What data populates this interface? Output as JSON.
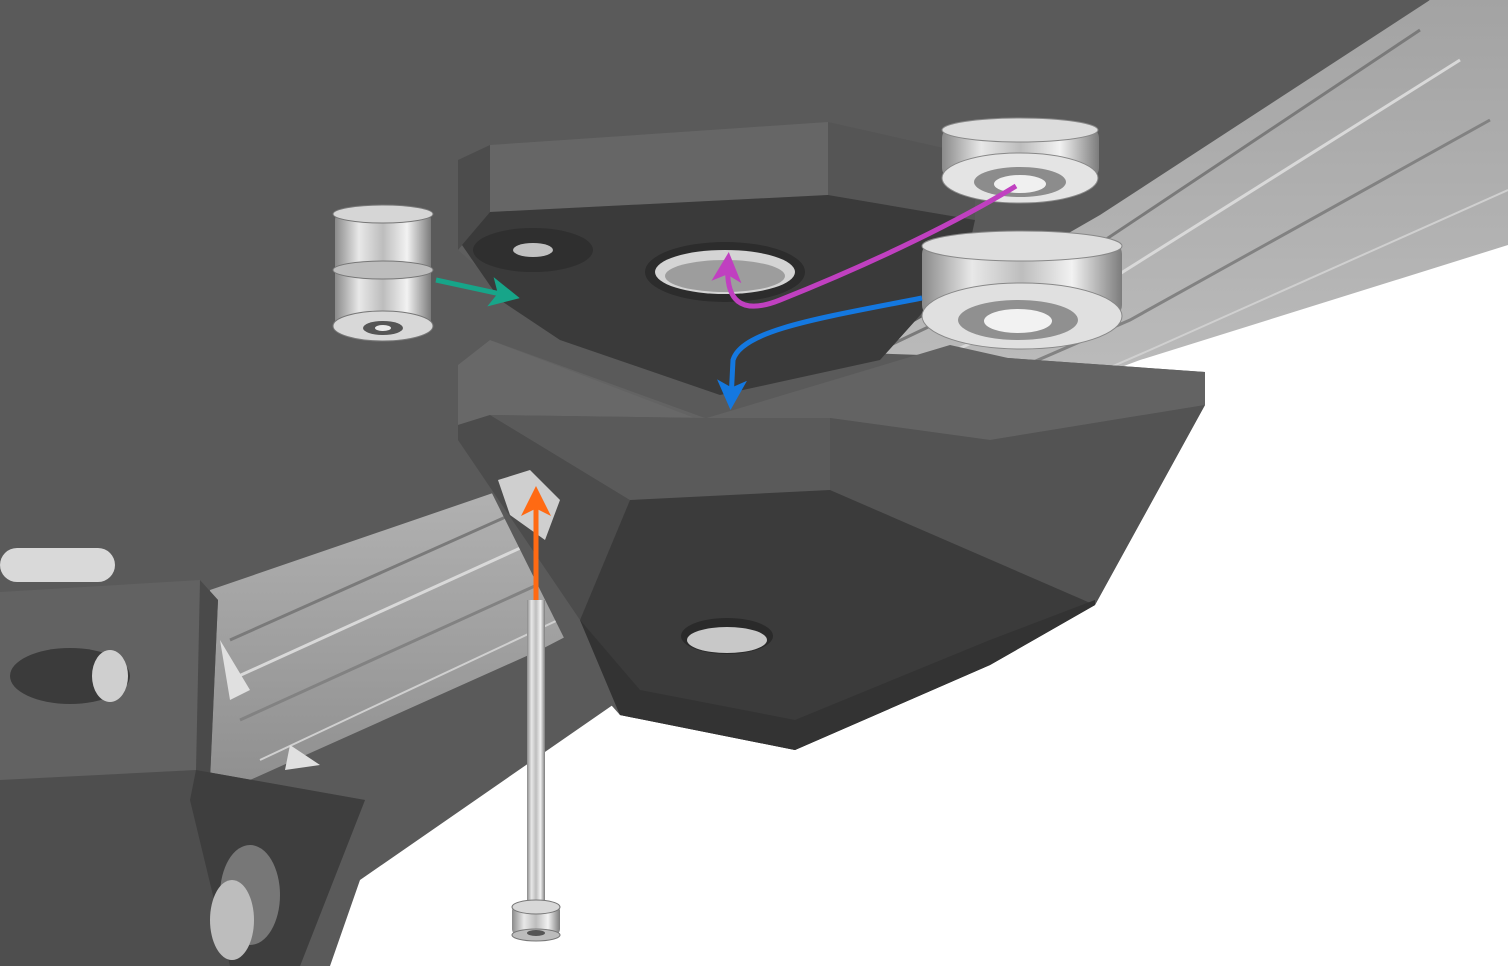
{
  "diagram": {
    "kind": "exploded-assembly-render",
    "parts": [
      {
        "id": "base-plate",
        "label": ""
      },
      {
        "id": "aluminum-extrusion",
        "label": ""
      },
      {
        "id": "upper-mount-block",
        "label": ""
      },
      {
        "id": "lower-mount-block",
        "label": ""
      },
      {
        "id": "corner-bracket",
        "label": ""
      },
      {
        "id": "flanged-idler-pulley",
        "label": ""
      },
      {
        "id": "small-bearing",
        "label": ""
      },
      {
        "id": "large-bearing",
        "label": ""
      },
      {
        "id": "socket-head-bolt",
        "label": ""
      }
    ],
    "arrows": [
      {
        "id": "arrow-idler",
        "color": "#17a589",
        "from": "flanged-idler-pulley",
        "to": "upper-mount-block"
      },
      {
        "id": "arrow-small-bearing",
        "color": "#c040c0",
        "from": "small-bearing",
        "to": "upper-mount-block"
      },
      {
        "id": "arrow-large-bearing",
        "color": "#1478e0",
        "from": "large-bearing",
        "to": "lower-mount-block"
      },
      {
        "id": "arrow-bolt",
        "color": "#ff6a13",
        "from": "socket-head-bolt",
        "to": "lower-mount-block"
      }
    ]
  },
  "colors": {
    "background": "#ffffff",
    "plate": "#5a5a5a",
    "block_light": "#5e5e5e",
    "block_mid": "#494949",
    "block_dark": "#3a3a3a",
    "metal": "#c9c9c9"
  }
}
